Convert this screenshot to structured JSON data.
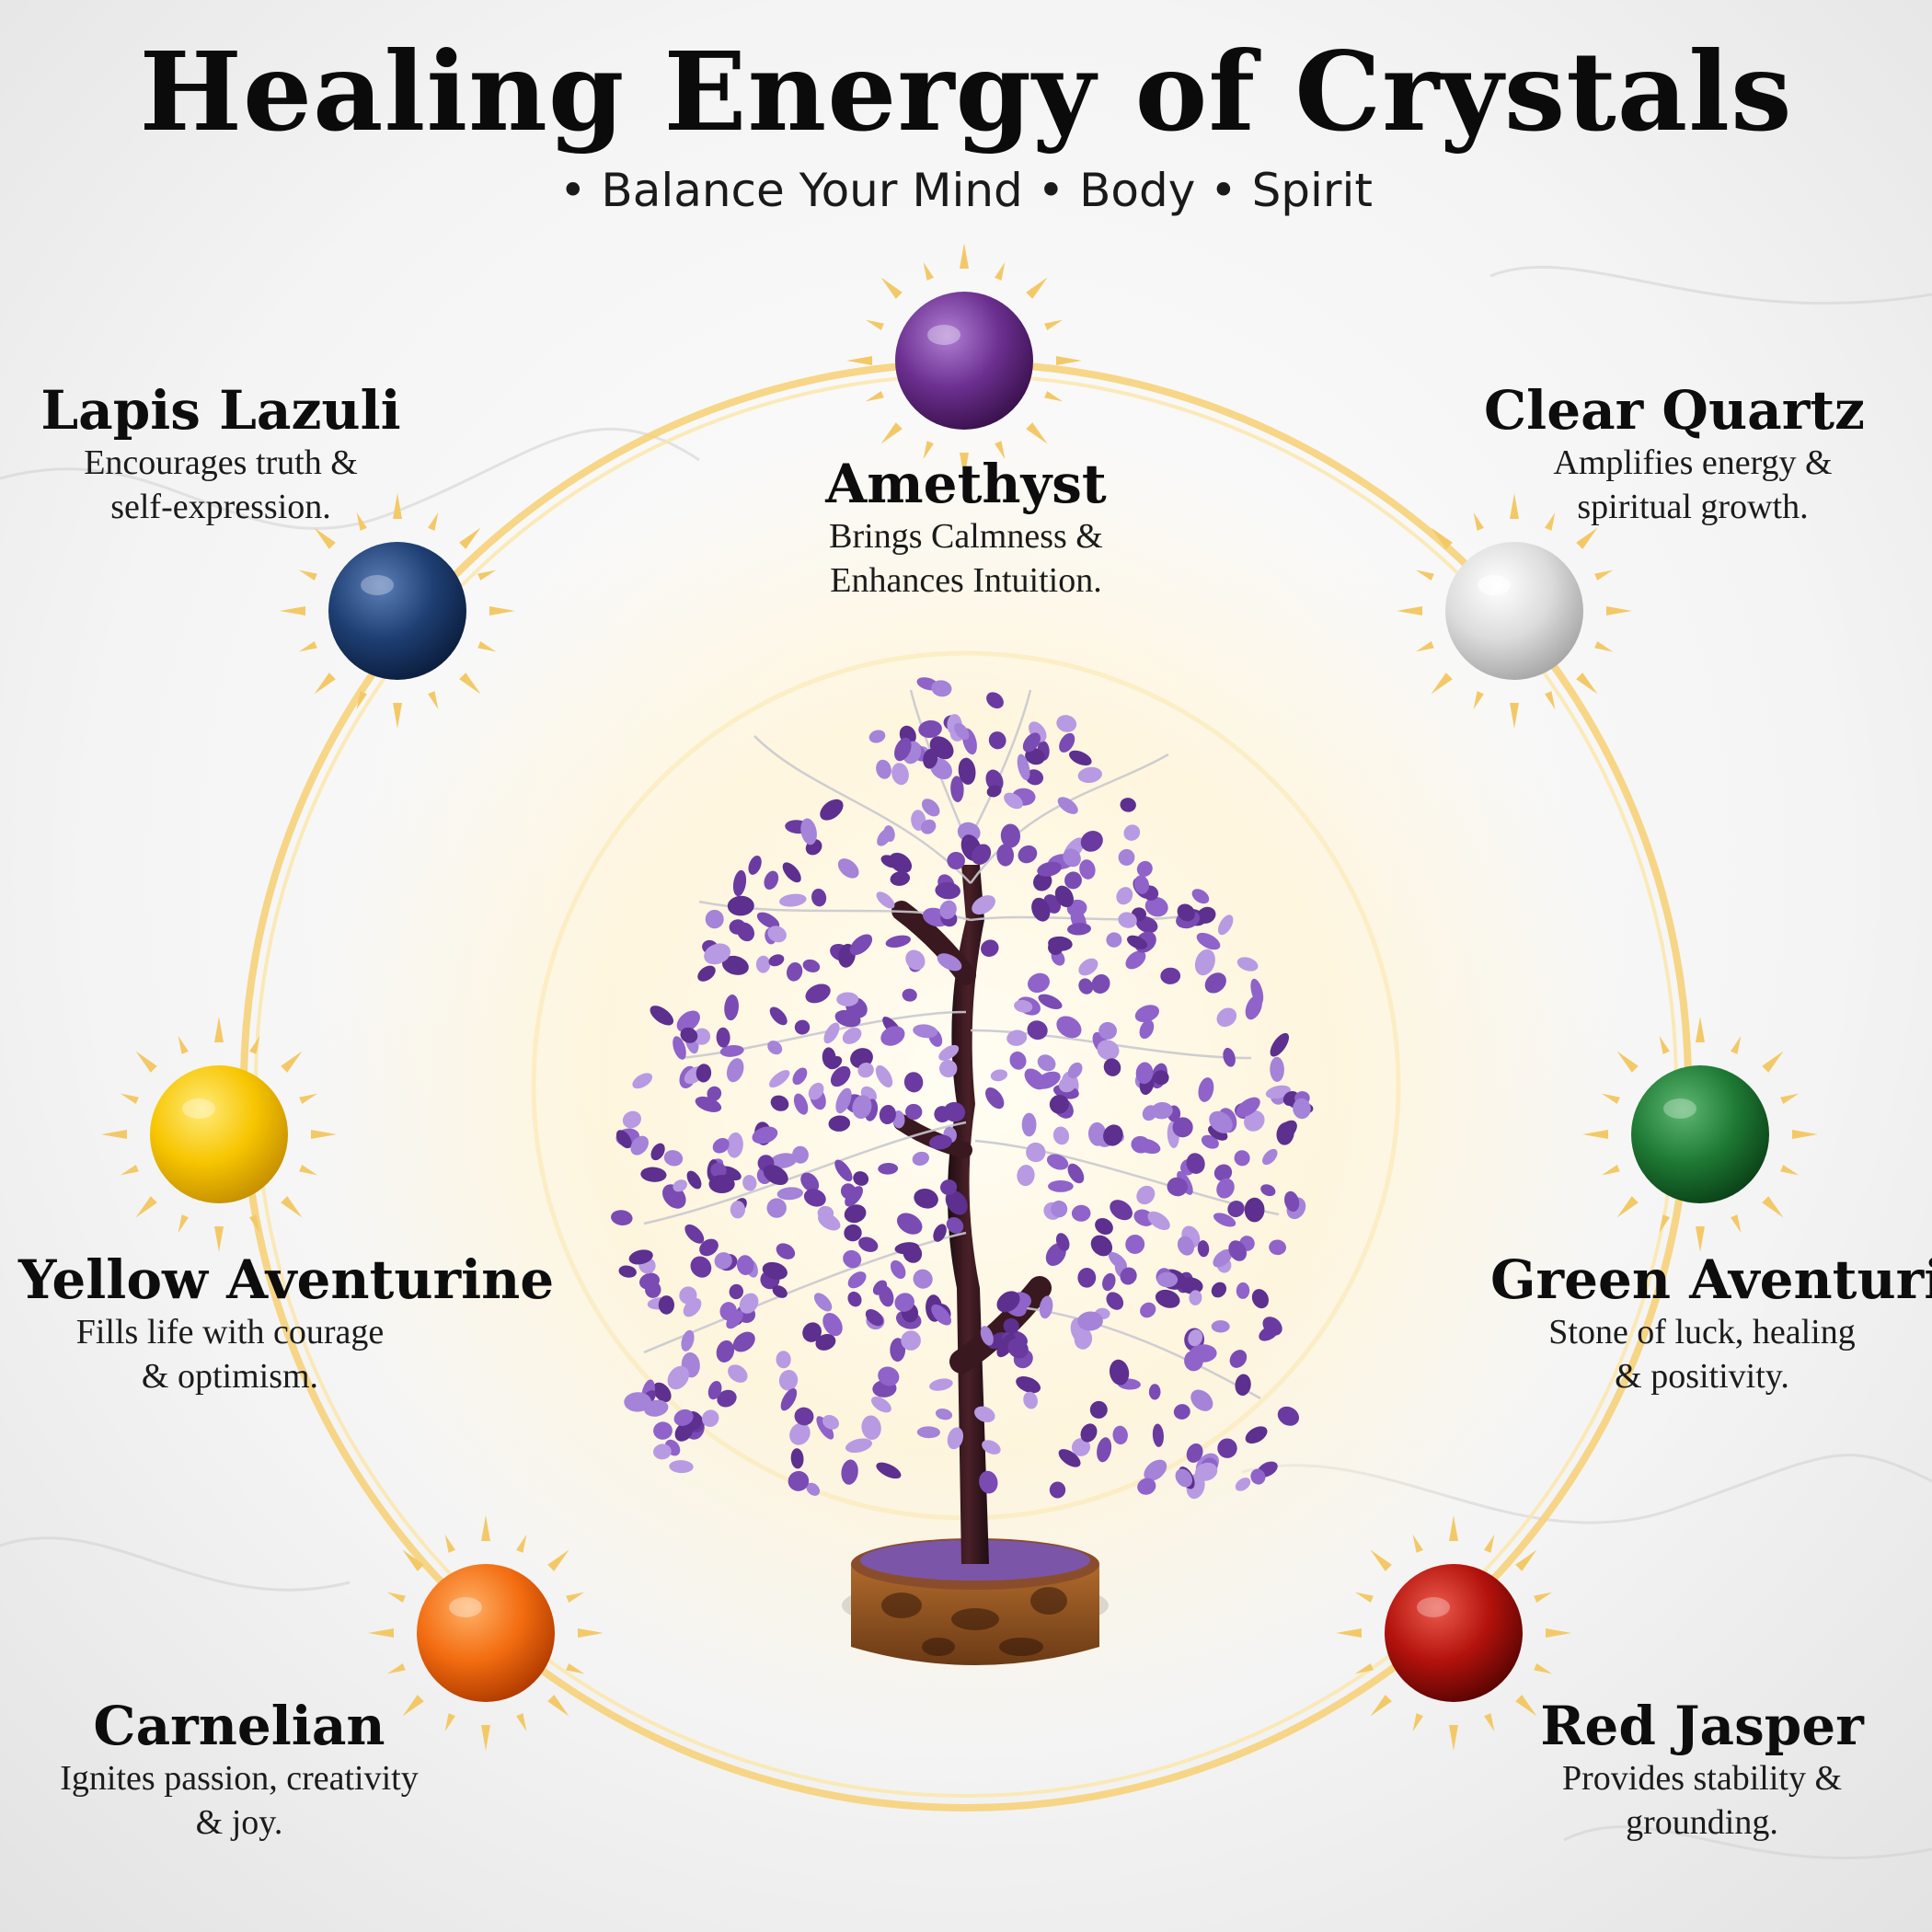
{
  "title": "Healing Energy of Crystals",
  "subtitle": "• Balance Your Mind • Body • Spirit",
  "colors": {
    "ring": "#f6d27a",
    "sun_rays": "#f3c968",
    "amethyst": "#6b2f8f",
    "lapis_lazuli": "#1e3f73",
    "clear_quartz": "#dcdcdc",
    "yellow_aventurine": "#f7c500",
    "green_aventurine": "#1e7a34",
    "carnelian": "#f36c10",
    "red_jasper": "#b3120c"
  },
  "crystals": [
    {
      "id": "amethyst",
      "name": "Amethyst",
      "lines": [
        "Brings Calmness &",
        "Enhances Intuition."
      ]
    },
    {
      "id": "lapis-lazuli",
      "name": "Lapis Lazuli",
      "lines": [
        "Encourages truth &",
        "self-expression."
      ]
    },
    {
      "id": "clear-quartz",
      "name": "Clear Quartz",
      "lines": [
        "Amplifies energy &",
        "spiritual growth."
      ]
    },
    {
      "id": "yellow-aventurine",
      "name": "Yellow Aventurine",
      "lines": [
        "Fills life with courage",
        "& optimism."
      ]
    },
    {
      "id": "green-aventurine",
      "name": "Green Aventurine",
      "lines": [
        "Stone of luck, healing",
        "& positivity."
      ]
    },
    {
      "id": "carnelian",
      "name": "Carnelian",
      "lines": [
        "Ignites passion, creativity",
        "& joy."
      ]
    },
    {
      "id": "red-jasper",
      "name": "Red Jasper",
      "lines": [
        "Provides stability &",
        "grounding."
      ]
    }
  ],
  "tree_image": "amethyst crystal tree on wooden base"
}
